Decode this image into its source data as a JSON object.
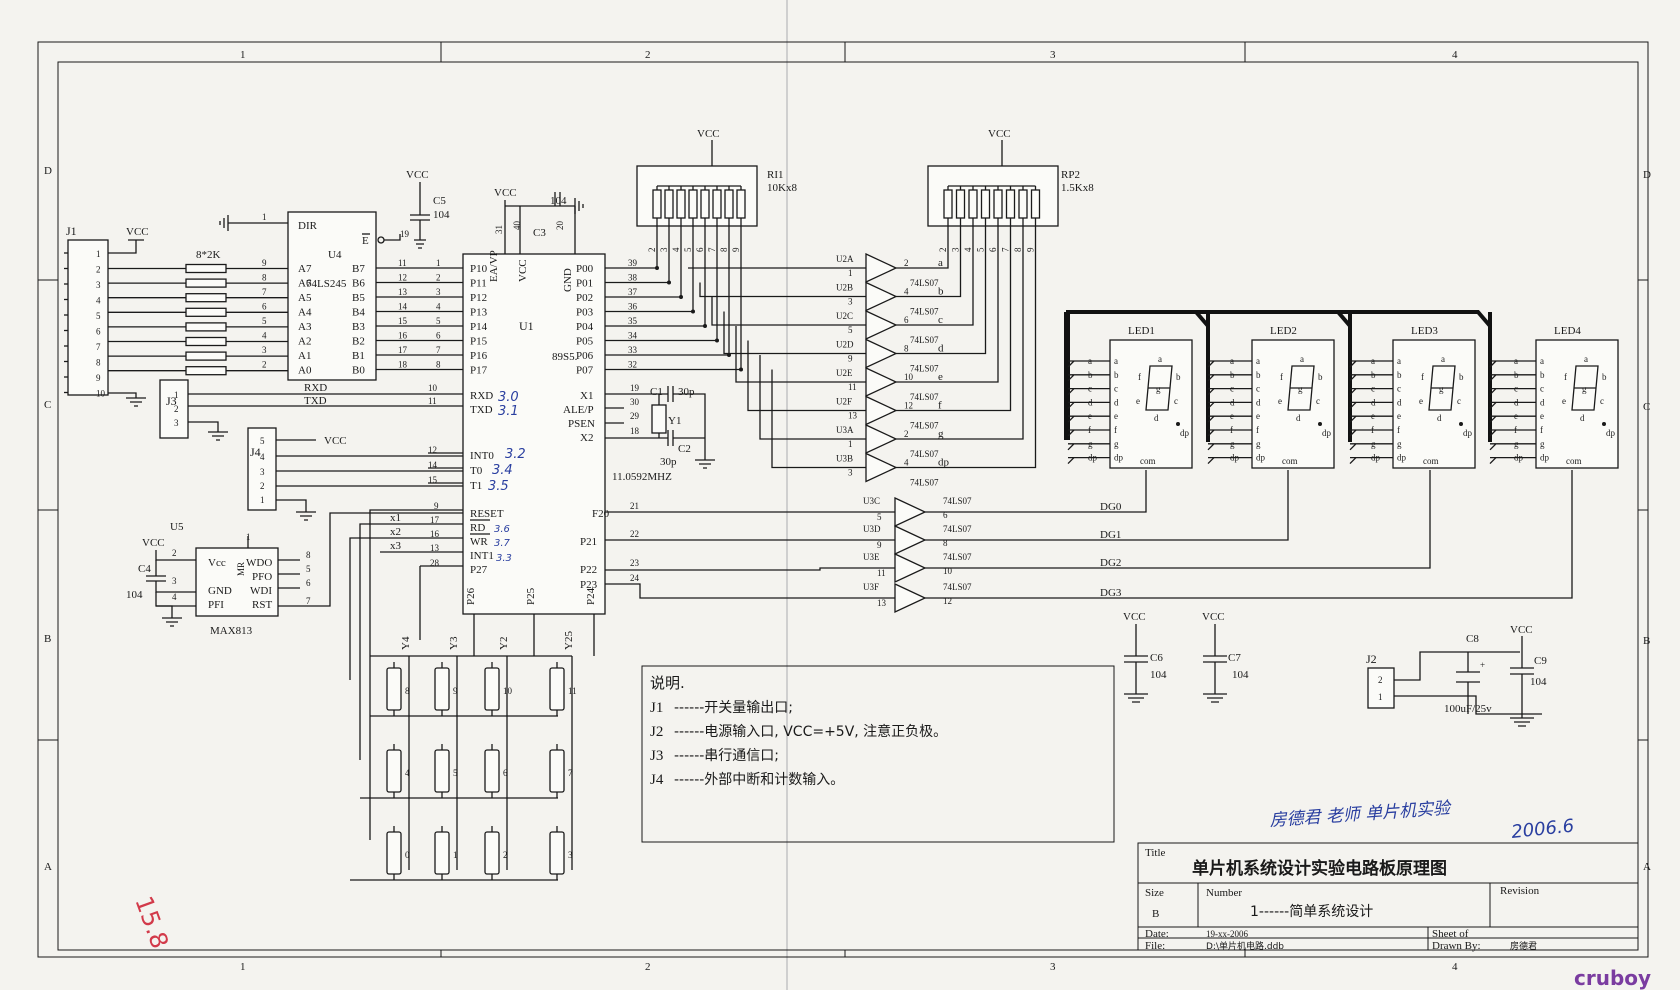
{
  "border": {
    "cols": [
      "1",
      "2",
      "3",
      "4"
    ],
    "rows": [
      "D",
      "C",
      "B",
      "A"
    ]
  },
  "connectors": {
    "j1": {
      "ref": "J1",
      "vcc": "VCC",
      "pins": [
        "1",
        "2",
        "3",
        "4",
        "5",
        "6",
        "7",
        "8",
        "9",
        "10"
      ]
    },
    "j3": {
      "ref": "J3",
      "pins": [
        "1",
        "2",
        "3"
      ],
      "rxd": "RXD",
      "txd": "TXD"
    },
    "j4": {
      "ref": "J4",
      "pins": [
        "5",
        "4",
        "3",
        "2",
        "1"
      ],
      "vcc": "VCC"
    },
    "j2": {
      "ref": "J2",
      "pins": [
        "2",
        "1"
      ]
    }
  },
  "resistor_net": {
    "label": "8*2K"
  },
  "u4": {
    "ref": "U4",
    "part": "74LS245",
    "dir": "DIR",
    "e": "E",
    "a_names": [
      "A7",
      "A6",
      "A5",
      "A4",
      "A3",
      "A2",
      "A1",
      "A0"
    ],
    "a_pins": [
      "9",
      "8",
      "7",
      "6",
      "5",
      "4",
      "3",
      "2"
    ],
    "b_names": [
      "B7",
      "B6",
      "B5",
      "B4",
      "B3",
      "B2",
      "B1",
      "B0"
    ],
    "b_pins": [
      "11",
      "12",
      "13",
      "14",
      "15",
      "16",
      "17",
      "18"
    ],
    "dir_pin": "1",
    "e_pin": "19",
    "vcc": "VCC",
    "c5": "C5",
    "c5_val": "104"
  },
  "u1": {
    "ref": "U1",
    "part": "89S5.",
    "p1_names": [
      "P10",
      "P11",
      "P12",
      "P13",
      "P14",
      "P15",
      "P16",
      "P17"
    ],
    "p1_pins": [
      "1",
      "2",
      "3",
      "4",
      "5",
      "6",
      "7",
      "8"
    ],
    "p0_names": [
      "P00",
      "P01",
      "P02",
      "P03",
      "P04",
      "P05",
      "P06",
      "P07"
    ],
    "p0_pins": [
      "39",
      "38",
      "37",
      "36",
      "35",
      "34",
      "33",
      "32"
    ],
    "rxd": "RXD",
    "txd": "TXD",
    "rxd_pin": "10",
    "txd_pin": "11",
    "int0": "INT0",
    "t0": "T0",
    "t1": "T1",
    "int0_pin": "12",
    "t0_pin": "14",
    "t1_pin": "15",
    "reset": "RESET",
    "rd": "RD",
    "wr": "WR",
    "int1": "INT1",
    "p27": "P27",
    "reset_pin": "9",
    "rd_pin": "17",
    "wr_pin": "16",
    "int1_pin": "13",
    "p27_pin": "28",
    "x1": "X1",
    "x2": "X2",
    "ale": "ALE/P",
    "psen": "PSEN",
    "x1_pin": "19",
    "ale_pin": "30",
    "psen_pin": "29",
    "x2_pin": "18",
    "f20": "F20",
    "p21": "P21",
    "p22": "P22",
    "p23": "P23",
    "f20_pin": "21",
    "p21_pin": "22",
    "p22_pin": "23",
    "p23_pin": "24",
    "ea": "EA/VP",
    "vccpin": "VCC",
    "gnd": "GND",
    "ea_pin": "31",
    "vcc_pin": "40",
    "gnd_pin": "20",
    "p26": "P26",
    "p25": "P25",
    "p24": "P24",
    "vcc": "VCC",
    "c3": "C3",
    "c3_val": "104"
  },
  "crystal": {
    "c1": "C1",
    "c1_val": "30p",
    "c2": "C2",
    "c2_val": "30p",
    "y1": "Y1",
    "freq": "11.0592MHZ"
  },
  "rp1": {
    "ref": "RI1",
    "val": "10Kx8",
    "vcc": "VCC",
    "pins": [
      "2",
      "3",
      "4",
      "5",
      "6",
      "7",
      "8",
      "9"
    ]
  },
  "rp2": {
    "ref": "RP2",
    "val": "1.5Kx8",
    "vcc": "VCC",
    "pins": [
      "2",
      "3",
      "4",
      "5",
      "6",
      "7",
      "8",
      "9"
    ]
  },
  "buffers_seg": [
    {
      "ref": "U2A",
      "in": "1",
      "out": "2",
      "part": "74LS07",
      "seg": "a"
    },
    {
      "ref": "U2B",
      "in": "3",
      "out": "4",
      "part": "74LS07",
      "seg": "b"
    },
    {
      "ref": "U2C",
      "in": "5",
      "out": "6",
      "part": "74LS07",
      "seg": "c"
    },
    {
      "ref": "U2D",
      "in": "9",
      "out": "8",
      "part": "74LS07",
      "seg": "d"
    },
    {
      "ref": "U2E",
      "in": "11",
      "out": "10",
      "part": "74LS07",
      "seg": "e"
    },
    {
      "ref": "U2F",
      "in": "13",
      "out": "12",
      "part": "74LS07",
      "seg": "f"
    },
    {
      "ref": "U3A",
      "in": "1",
      "out": "2",
      "part": "74LS07",
      "seg": "g"
    },
    {
      "ref": "U3B",
      "in": "3",
      "out": "4",
      "part": "74LS07",
      "seg": "dp"
    }
  ],
  "buffers_dg": [
    {
      "ref": "U3C",
      "in": "5",
      "out": "6",
      "part": "74LS07",
      "net": "DG0"
    },
    {
      "ref": "U3D",
      "in": "9",
      "out": "8",
      "part": "74LS07",
      "net": "DG1"
    },
    {
      "ref": "U3E",
      "in": "11",
      "out": "10",
      "part": "74LS07",
      "net": "DG2"
    },
    {
      "ref": "U3F",
      "in": "13",
      "out": "12",
      "part": "74LS07",
      "net": "DG3"
    }
  ],
  "leds": [
    {
      "ref": "LED1"
    },
    {
      "ref": "LED2"
    },
    {
      "ref": "LED3"
    },
    {
      "ref": "LED4"
    }
  ],
  "led_segments": [
    "a",
    "b",
    "c",
    "d",
    "e",
    "f",
    "g",
    "dp"
  ],
  "led_face": {
    "a": "a",
    "b": "b",
    "c": "c",
    "d": "d",
    "e": "e",
    "f": "f",
    "g": "g",
    "dp": "dp",
    "com": "com"
  },
  "u5": {
    "ref": "U5",
    "part": "MAX813",
    "vcc": "VCC",
    "c4": "C4",
    "c4_val": "104",
    "left": [
      "Vcc",
      "GND",
      "PFI"
    ],
    "left_pins": [
      "2",
      "3",
      "4"
    ],
    "right": [
      "WDO",
      "PFO",
      "WDI",
      "RST"
    ],
    "right_pins": [
      "8",
      "5",
      "6",
      "7"
    ],
    "mr": "MR",
    "mr_pin": "1"
  },
  "keypad": {
    "cols": [
      "Y4",
      "Y3",
      "Y2",
      "Y25"
    ],
    "rows": [
      [
        "8",
        "9",
        "10",
        "11"
      ],
      [
        "4",
        "5",
        "6",
        "7"
      ],
      [
        "0",
        "1",
        "2",
        "3"
      ]
    ],
    "x_nets": [
      "x1",
      "x2",
      "x3"
    ]
  },
  "power": {
    "c6": "C6",
    "c6_val": "104",
    "c7": "C7",
    "c7_val": "104",
    "c8": "C8",
    "c9": "C9",
    "c9_val": "104",
    "c8_val": "100uF/25v",
    "vcc": "VCC"
  },
  "notes": {
    "title": "说明.",
    "lines": [
      {
        "ref": "J1",
        "text": "------开关量输出口;"
      },
      {
        "ref": "J2",
        "text": "------电源输入口, VCC=+5V, 注意正负极。"
      },
      {
        "ref": "J3",
        "text": "------串行通信口;"
      },
      {
        "ref": "J4",
        "text": "------外部中断和计数输入。"
      }
    ]
  },
  "title_block": {
    "title_lbl": "Title",
    "title": "单片机系统设计实验电路板原理图",
    "size_lbl": "Size",
    "size": "B",
    "number_lbl": "Number",
    "number": "1------简单系统设计",
    "revision_lbl": "Revision",
    "date_lbl": "Date:",
    "date": "19-xx-2006",
    "file_lbl": "File:",
    "file": "D:\\单片机电路.ddb",
    "sheet_lbl": "Sheet of",
    "drawn_lbl": "Drawn By:",
    "drawn": "房德君"
  },
  "handwriting": {
    "author": "房德君 老师 单片机实验",
    "date": "2006.6",
    "red_mark": "15.8",
    "p": [
      "3.2",
      "3.4",
      "3.5",
      "3.0",
      "3.1",
      "3.6",
      "3.7",
      "3.3"
    ]
  },
  "watermark": "cruboy",
  "nets": {
    "x1": "x1",
    "x2": "x2",
    "x3": "x3"
  }
}
